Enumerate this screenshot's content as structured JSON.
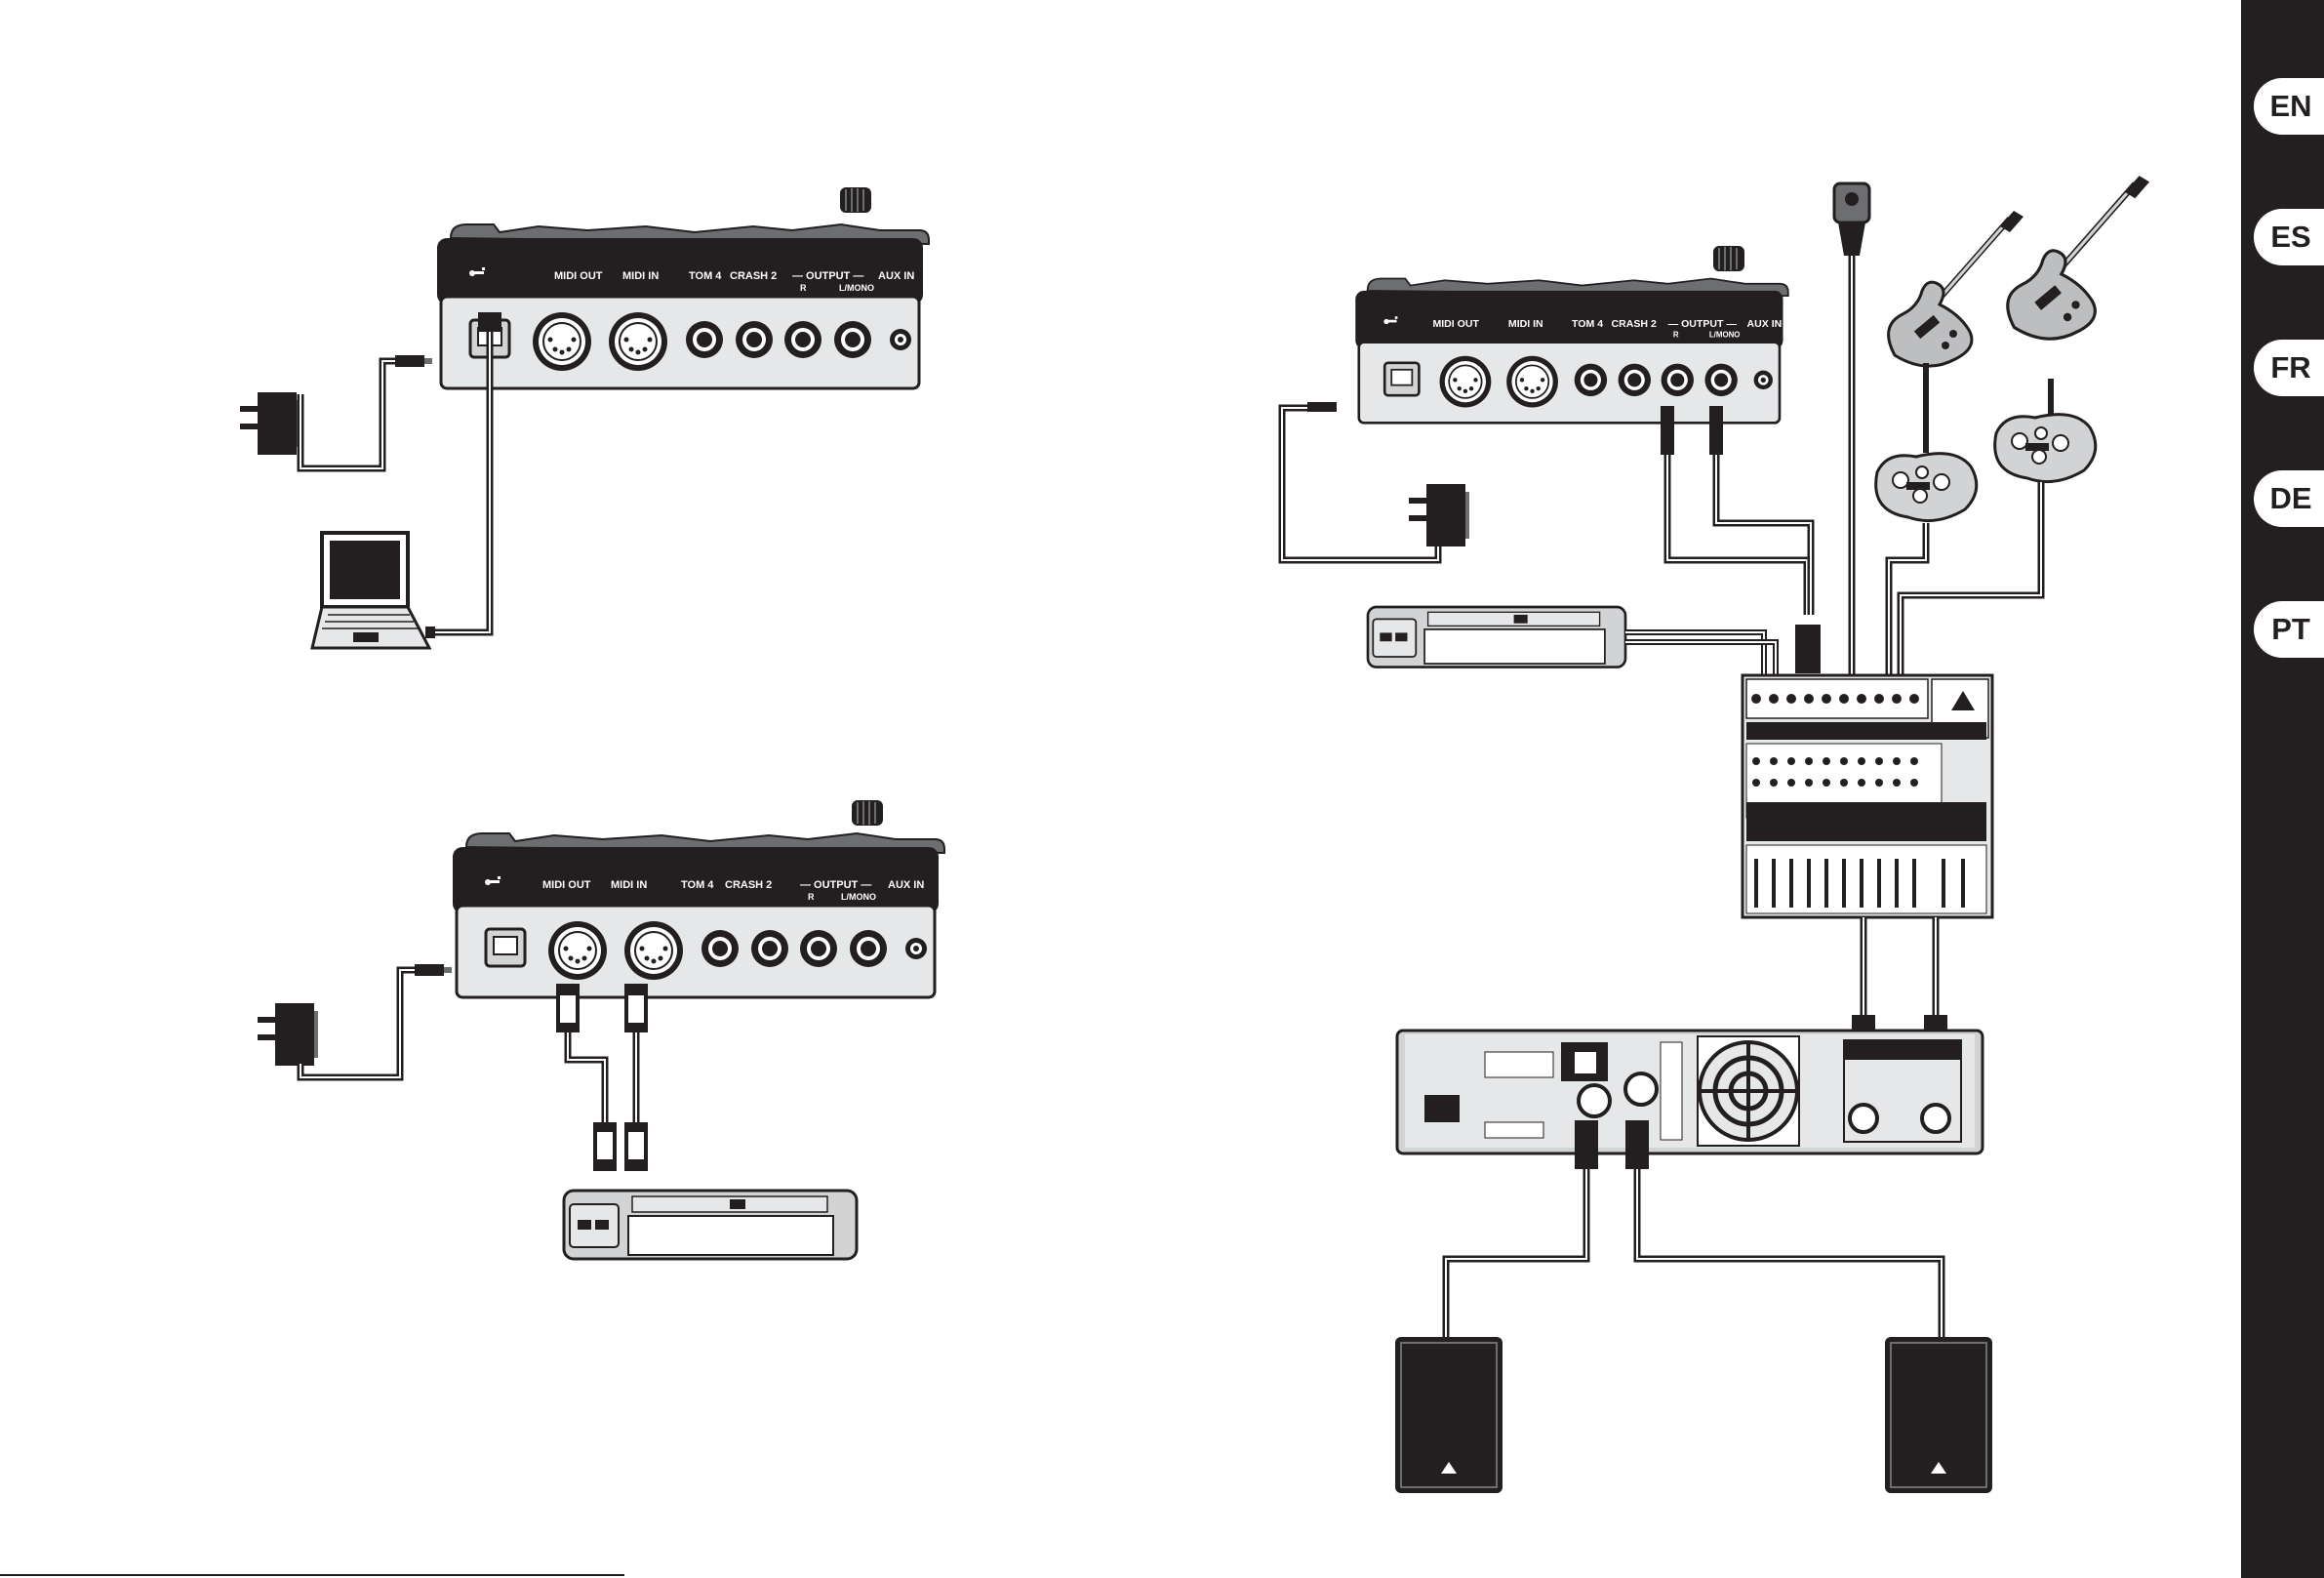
{
  "language_tabs": [
    "EN",
    "ES",
    "FR",
    "DE",
    "PT"
  ],
  "module_panel": {
    "labels": [
      "MIDI OUT",
      "MIDI IN",
      "TOM 4",
      "CRASH 2",
      "— OUTPUT —",
      "R",
      "L/MONO",
      "AUX IN"
    ]
  },
  "icons": [
    "usb-icon",
    "power-adapter-icon",
    "laptop-icon",
    "midi-keyboard-icon",
    "electric-guitar-icon",
    "bass-guitar-icon",
    "guitar-effects-pedal-icon",
    "microphone-icon",
    "mixer-icon",
    "power-amplifier-icon",
    "speaker-icon"
  ]
}
